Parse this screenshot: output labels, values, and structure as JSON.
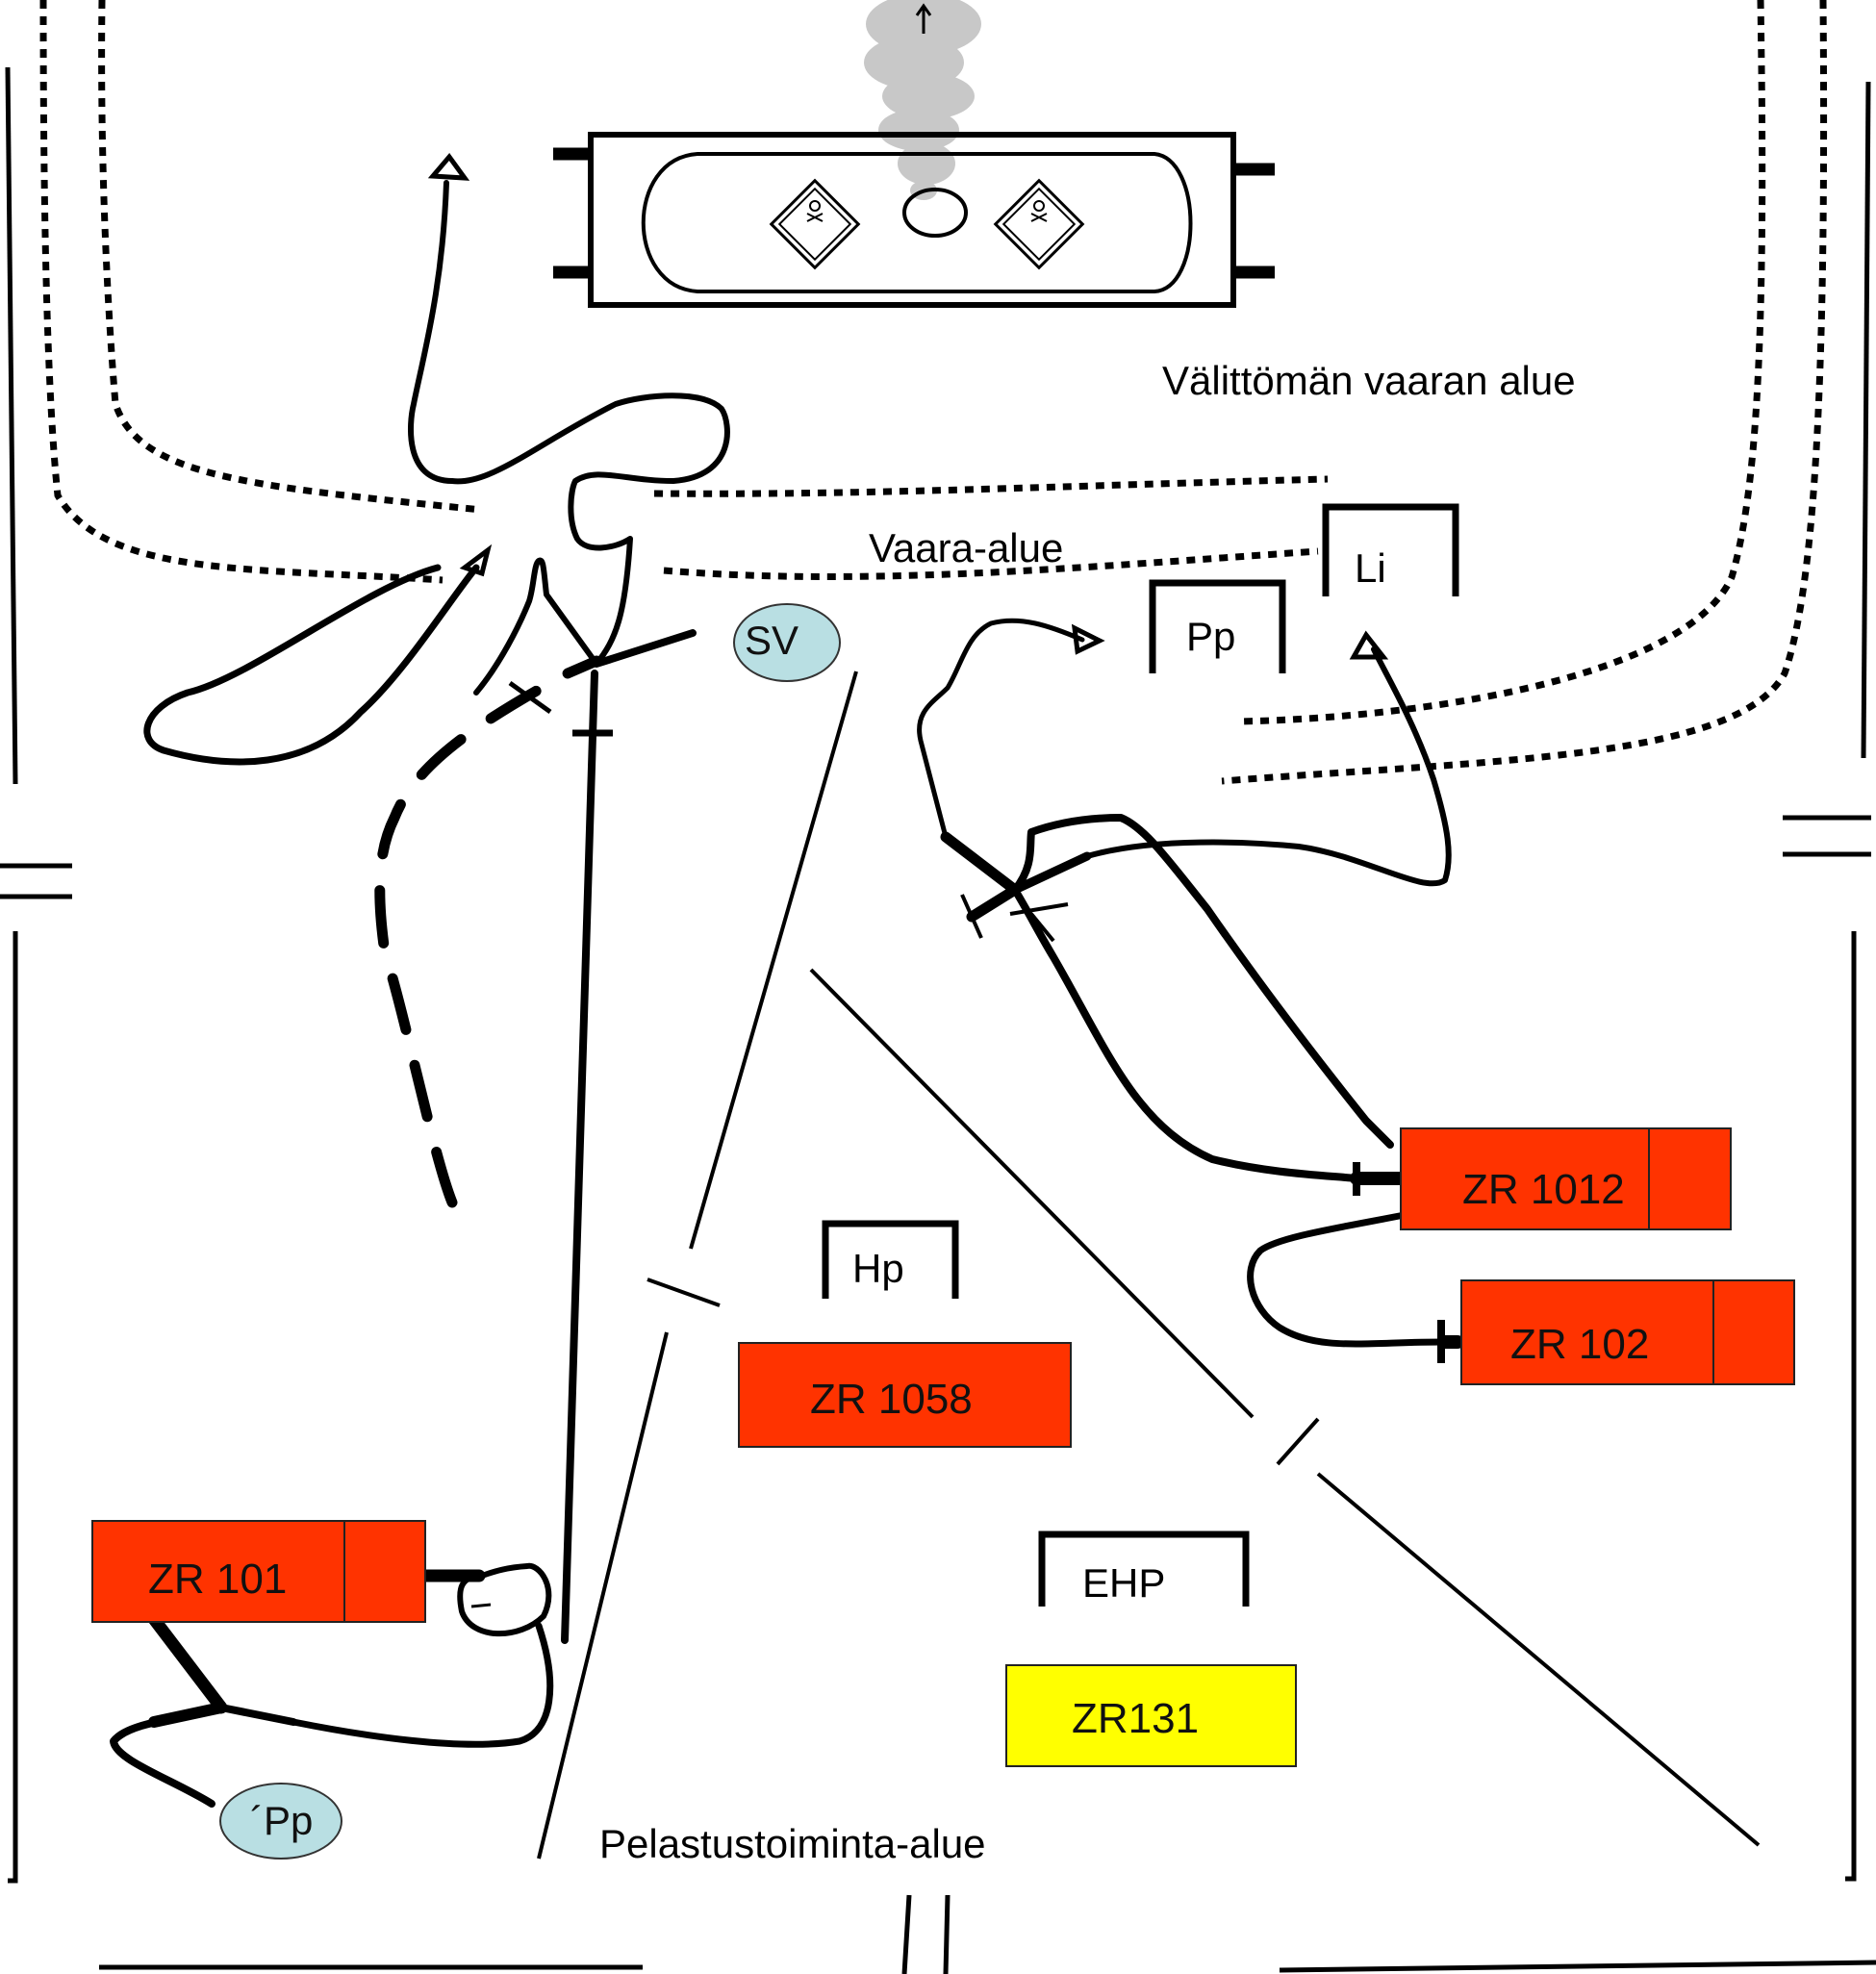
{
  "zones": {
    "immediate_danger": "Välittömän vaaran alue",
    "danger": "Vaara-alue",
    "rescue_operations": "Pelastustoiminta-alue"
  },
  "positions": {
    "pp_upper": "Pp",
    "li": "Li",
    "hp": "Hp",
    "ehp": "EHP"
  },
  "markers": {
    "sv": "SV",
    "pp_lower": "´Pp"
  },
  "vehicles": [
    {
      "id": "ZR 1012",
      "color": "#ff3300"
    },
    {
      "id": "ZR 102",
      "color": "#ff3300"
    },
    {
      "id": "ZR 1058",
      "color": "#ff3300"
    },
    {
      "id": "ZR 101",
      "color": "#ff3300"
    },
    {
      "id": "ZR131",
      "color": "#ffff00"
    }
  ],
  "colors": {
    "marker_fill": "#b9dfe3",
    "smoke": "#c8c8c8"
  },
  "icons": {
    "tank": "tank-wagon-icon",
    "hazard": "toxic-gas-diamond-icon"
  }
}
